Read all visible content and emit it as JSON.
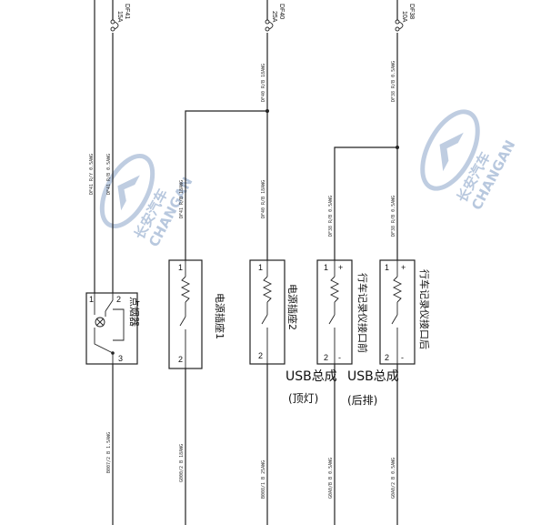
{
  "fuses": [
    {
      "id": "DF41",
      "rating": "15A"
    },
    {
      "id": "DF40",
      "rating": "25A"
    },
    {
      "id": "DF38",
      "rating": "10A"
    }
  ],
  "wires": {
    "top_a": "DF41 R/Y 0.5AWG",
    "top_b": "DF41 R/B 0.5AWG",
    "df40": "DF40 R/B 18AWG",
    "df38": "DF38 R/B 0.5AWG",
    "mid_a": "DF41 R/B 18AWG",
    "mid_b": "DF40 R/B 18AWG",
    "mid_c": "DF38 R/B 0.5AWG",
    "mid_d": "DF38 R/B 0.5AWG",
    "bot_a": "B007/2 B 1.5AWG",
    "bot_b": "G000/2 B 18AWG",
    "bot_c": "B008/1 B 25AWG",
    "bot_d": "G0A0/B B 0.5AWG",
    "bot_e": "G0A0/2 B 0.5AWG"
  },
  "components": {
    "lighter": {
      "label": "点烟器",
      "pins": [
        "1",
        "2",
        "3"
      ]
    },
    "socket1": {
      "label": "电源插座1",
      "pins": [
        "1",
        "2"
      ]
    },
    "socket2": {
      "label": "电源插座2",
      "pins": [
        "1",
        "2"
      ]
    },
    "usb_front": {
      "label": "行车记录仪接口前",
      "pins": [
        "1",
        "2"
      ],
      "plus": "+",
      "minus": "-"
    },
    "usb_rear": {
      "label": "行车记录仪接口后",
      "pins": [
        "1",
        "2"
      ],
      "plus": "+",
      "minus": "-"
    }
  },
  "usb_labels": {
    "front_title": "USB总成",
    "front_sub": "(顶灯)",
    "rear_title": "USB总成",
    "rear_sub": "(后排)"
  },
  "watermark": {
    "brand_cn": "长安汽车",
    "brand_en": "CHANGAN",
    "color": "#7f9cc4"
  }
}
